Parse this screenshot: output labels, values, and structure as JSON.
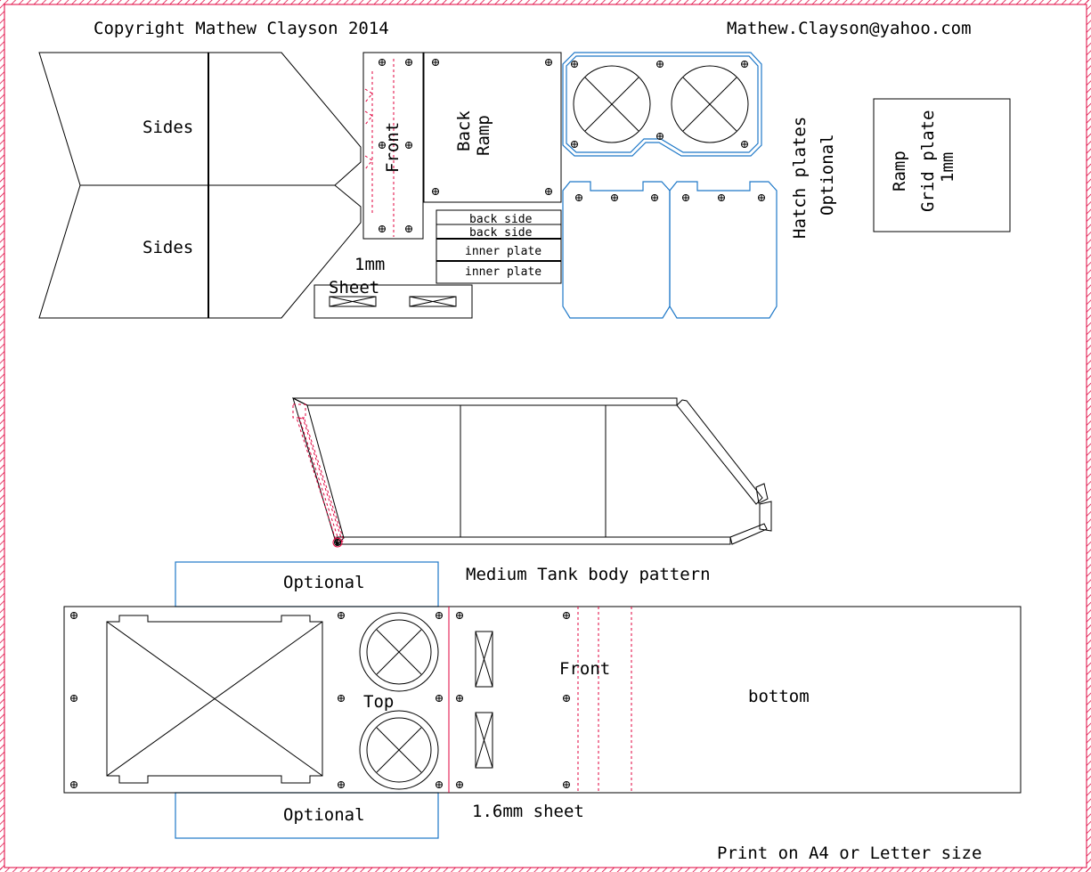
{
  "header": {
    "copyright": "Copyright Mathew Clayson 2014",
    "email": "Mathew.Clayson@yahoo.com"
  },
  "labels": {
    "sides_top": "Sides",
    "sides_bottom": "Sides",
    "front_plate": "Front",
    "back_ramp_line1": "Back",
    "back_ramp_line2": "Ramp",
    "back_side_1": "back side",
    "back_side_2": "back side",
    "inner_plate_1": "inner plate",
    "inner_plate_2": "inner plate",
    "thickness_1mm": "1mm",
    "sheet": "Sheet",
    "hatch_plates": "Hatch plates",
    "hatch_optional": "Optional",
    "ramp": "Ramp",
    "grid_plate": "Grid plate",
    "grid_thickness": "1mm",
    "body_pattern": "Medium Tank body pattern",
    "optional_top": "Optional",
    "optional_bottom": "Optional",
    "top": "Top",
    "front_main": "Front",
    "bottom": "bottom",
    "sheet_16": "1.6mm sheet",
    "print_note": "Print on A4 or Letter size"
  },
  "colors": {
    "line": "#000000",
    "optional_outline": "#1e78c8",
    "fold_line": "#e0003c",
    "border": "#e0003c"
  }
}
